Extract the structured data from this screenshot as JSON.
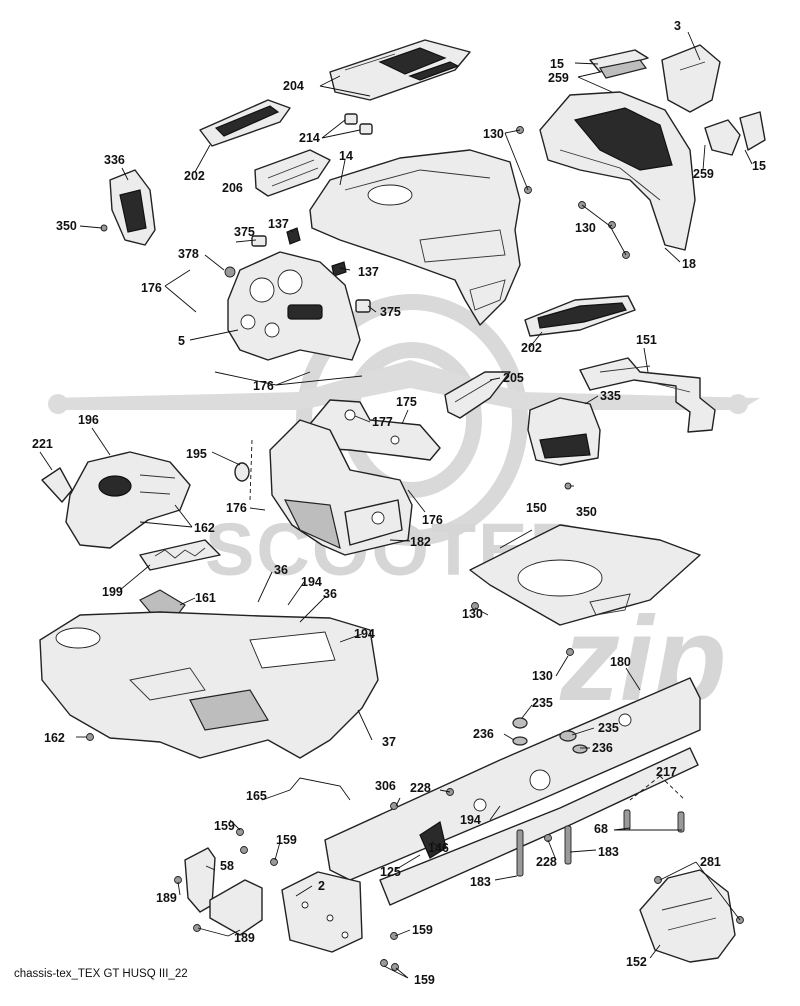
{
  "caption": "chassis-tex_TEX GT HUSQ III_22",
  "watermark": {
    "brand": "SCOOTER",
    "script": "zip"
  },
  "callouts": {
    "c3": "3",
    "c15a": "15",
    "c15b": "15",
    "c259a": "259",
    "c259b": "259",
    "c204": "204",
    "c214": "214",
    "c202a": "202",
    "c202b": "202",
    "c14": "14",
    "c130a": "130",
    "c130b": "130",
    "c130c": "130",
    "c130d": "130",
    "c18": "18",
    "c336": "336",
    "c350a": "350",
    "c350b": "350",
    "c206": "206",
    "c375a": "375",
    "c375b": "375",
    "c137a": "137",
    "c137b": "137",
    "c378": "378",
    "c176a": "176",
    "c176b": "176",
    "c176c": "176",
    "c176d": "176",
    "c5": "5",
    "c151": "151",
    "c205": "205",
    "c335": "335",
    "c175": "175",
    "c177": "177",
    "c196": "196",
    "c221": "221",
    "c195": "195",
    "c162a": "162",
    "c162b": "162",
    "c182": "182",
    "c150": "150",
    "c199": "199",
    "c36a": "36",
    "c36b": "36",
    "c194a": "194",
    "c194b": "194",
    "c194c": "194",
    "c161": "161",
    "c37": "37",
    "c180": "180",
    "c235a": "235",
    "c235b": "235",
    "c236a": "236",
    "c236b": "236",
    "c217": "217",
    "c306": "306",
    "c228a": "228",
    "c228b": "228",
    "c165": "165",
    "c68": "68",
    "c159a": "159",
    "c159b": "159",
    "c159c": "159",
    "c159d": "159",
    "c58": "58",
    "c146": "146",
    "c125": "125",
    "c183a": "183",
    "c183b": "183",
    "c2": "2",
    "c189a": "189",
    "c189b": "189",
    "c281": "281",
    "c152": "152"
  }
}
